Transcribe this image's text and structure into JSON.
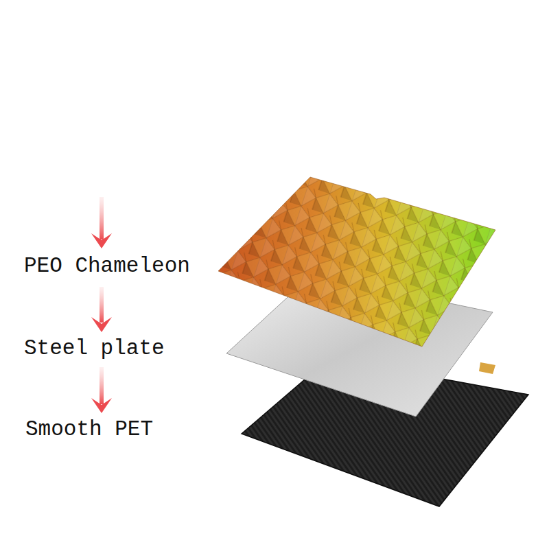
{
  "diagram": {
    "labels": [
      "PEO Chameleon",
      "Steel plate",
      "Smooth PET"
    ]
  }
}
